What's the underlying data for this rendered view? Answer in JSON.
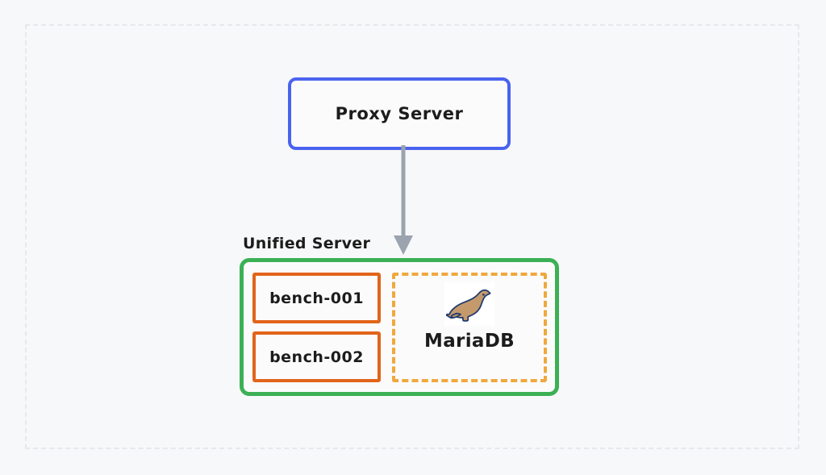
{
  "canvas": {
    "background_color": "#f7f8fa",
    "frame_border_color": "#e6e8ec"
  },
  "diagram": {
    "type": "architecture-diagram",
    "nodes": [
      {
        "id": "proxy-server",
        "label": "Proxy Server",
        "shape": "rounded-rectangle",
        "border_color": "#4963ef",
        "fill_color": "#fbfbfc"
      },
      {
        "id": "unified-server",
        "label": "Unified Server",
        "shape": "rounded-rectangle-group",
        "border_color": "#3cb054",
        "fill_color": "#fbfbfc"
      },
      {
        "id": "bench-001",
        "label": "bench-001",
        "shape": "rectangle",
        "border_color": "#e2641a",
        "fill_color": "#fbfbfc"
      },
      {
        "id": "bench-002",
        "label": "bench-002",
        "shape": "rectangle",
        "border_color": "#e2641a",
        "fill_color": "#fbfbfc"
      },
      {
        "id": "mariadb",
        "label": "MariaDB",
        "shape": "dashed-rectangle",
        "border_color": "#f0a83c",
        "icon": "mariadb-seal-logo"
      }
    ],
    "edges": [
      {
        "id": "proxy-to-unified",
        "from": "proxy-server",
        "to": "unified-server",
        "style": "solid-arrow",
        "color": "#9aa3ae",
        "direction": "down"
      }
    ]
  },
  "mariadb_logo": {
    "icon_name": "mariadb-seal-logo",
    "body_color": "#c49a6c",
    "outline_color": "#1f3a6e",
    "background_color": "#ffffff"
  }
}
